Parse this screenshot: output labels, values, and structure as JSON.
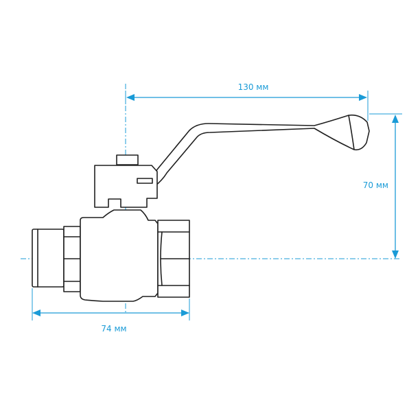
{
  "dimensions": {
    "length_label": "130 мм",
    "height_label": "70 мм",
    "body_label": "74 мм"
  },
  "colors": {
    "dimension": "#1a9bd7",
    "outline": "#1f1f1f",
    "background": "#ffffff"
  }
}
